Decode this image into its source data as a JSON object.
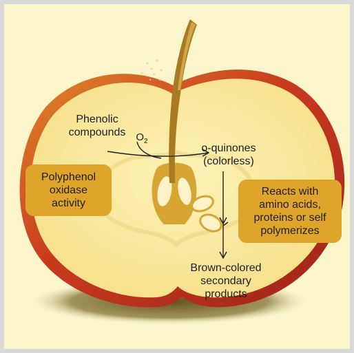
{
  "diagram": {
    "phenolic": [
      "Phenolic",
      "compounds"
    ],
    "oxygen": {
      "base": "O",
      "subscript": "2"
    },
    "quinones": [
      "o-quinones",
      "(colorless)"
    ],
    "ppo_box": [
      "Polyphenol",
      "oxidase",
      "activity"
    ],
    "reacts_box": [
      "Reacts with",
      "amino acids,",
      "proteins or self",
      "polymerizes"
    ],
    "brown": [
      "Brown-colored",
      "secondary",
      "products"
    ]
  },
  "colors": {
    "background": "#fbf5cc",
    "apple_skin": "#c0392b",
    "apple_flesh": "#fbeea7",
    "stem": "#b8862a",
    "box_fill": "#dfa52b",
    "shadow": "#6b5a1e"
  }
}
